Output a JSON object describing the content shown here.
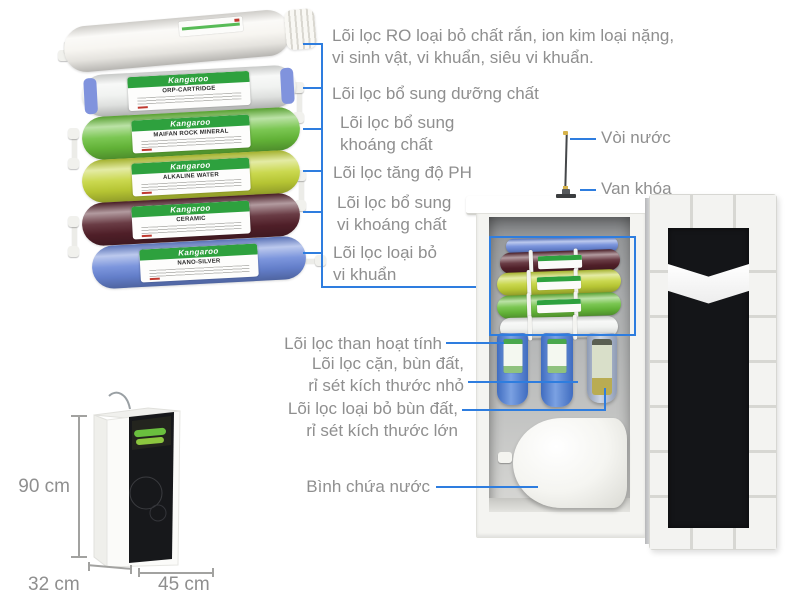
{
  "colors": {
    "callout_line": "#2e7ddf",
    "callout_text": "#8f8f8f",
    "brand_band_green": "#2ea13e",
    "cartridges": {
      "ro_membrane": "#f6f4ef",
      "orp": "#eff1ef",
      "maifan_rock_mineral": "#69bf3b",
      "alkaline": "#c3d337",
      "ceramic": "#55212b",
      "nano_silver": "#6a87d8"
    },
    "vertical_filter_blue": "#4f7fd2",
    "door_panel_black": "#141518"
  },
  "stack": {
    "brand": "Kangaroo",
    "items": [
      {
        "title": ""
      },
      {
        "title": "ORP-CARTRIDGE"
      },
      {
        "title": "MAIFAN ROCK MINERAL"
      },
      {
        "title": "ALKALINE WATER"
      },
      {
        "title": "CERAMIC"
      },
      {
        "title": "NANO-SILVER"
      }
    ]
  },
  "left_callouts": [
    {
      "lines": [
        "Lõi lọc RO loại bỏ chất rắn, ion kim loại nặng,",
        "vi sinh vật, vi khuẩn, siêu vi khuẩn."
      ]
    },
    {
      "lines": [
        "Lõi lọc bổ sung dưỡng chất"
      ]
    },
    {
      "lines": [
        "Lõi lọc bổ sung",
        "khoáng chất"
      ]
    },
    {
      "lines": [
        "Lõi lọc tăng độ PH"
      ]
    },
    {
      "lines": [
        "Lõi lọc bổ sung",
        "vi khoáng chất"
      ]
    },
    {
      "lines": [
        "Lõi lọc loại bỏ",
        "vi khuẩn"
      ]
    }
  ],
  "machine_callouts": {
    "faucet": "Vòi nước",
    "valve": "Van khóa",
    "carbon": "Lõi lọc than hoạt tính",
    "sediment_small": [
      "Lõi lọc cặn, bùn đất,",
      "rỉ sét kích thước nhỏ"
    ],
    "sediment_large": [
      "Lõi lọc loại bỏ bùn đất,",
      "rỉ sét kích thước lớn"
    ],
    "tank": "Bình chứa nước"
  },
  "dimensions": {
    "height": "90 cm",
    "depth": "32 cm",
    "width": "45 cm"
  }
}
